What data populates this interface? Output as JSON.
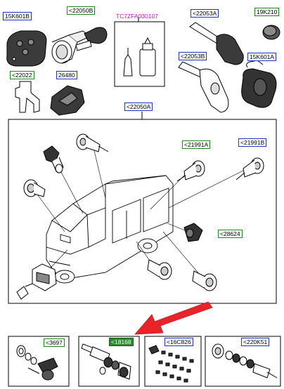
{
  "labels": {
    "l15k601b": "15K601B",
    "l22050b_top": "<22050B",
    "ltc7zfa": "TC7ZFA030107",
    "l22053a": "<22053A",
    "l19k210": "19K210",
    "l22053b": "<22053B",
    "l15k601a": "15K601A",
    "l22022": "<22022",
    "l26480": "26480",
    "l22050a": "<22050A",
    "l21991a": "<21991A",
    "l21991b": "<21991B",
    "l28624": "<28624",
    "l3697": "<3697",
    "l18168": "<18168",
    "l16c826": "<16C826",
    "l220k51": "<220K51"
  },
  "colors": {
    "label_border_blue": "#2233cc",
    "label_border_green": "#1e8a1e",
    "highlight_label": "#2a8a2a",
    "part_number_magenta": "#d010c0",
    "arrow_red": "#e8242a",
    "line_art": "#000000"
  }
}
